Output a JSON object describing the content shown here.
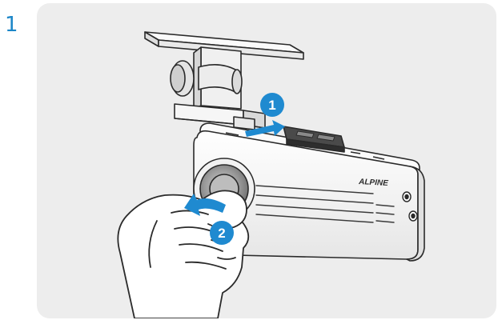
{
  "step": {
    "number": "1"
  },
  "illustration": {
    "brand_logo": "ALPINE",
    "callouts": [
      {
        "label": "1",
        "action": "slide-mount-arrow"
      },
      {
        "label": "2",
        "action": "rotate-lens-arrow"
      }
    ],
    "colors": {
      "accent": "#1c86c8",
      "panel_bg": "#ededed",
      "line": "#2a2a2a",
      "camera_body": "#f7f7f7"
    }
  }
}
